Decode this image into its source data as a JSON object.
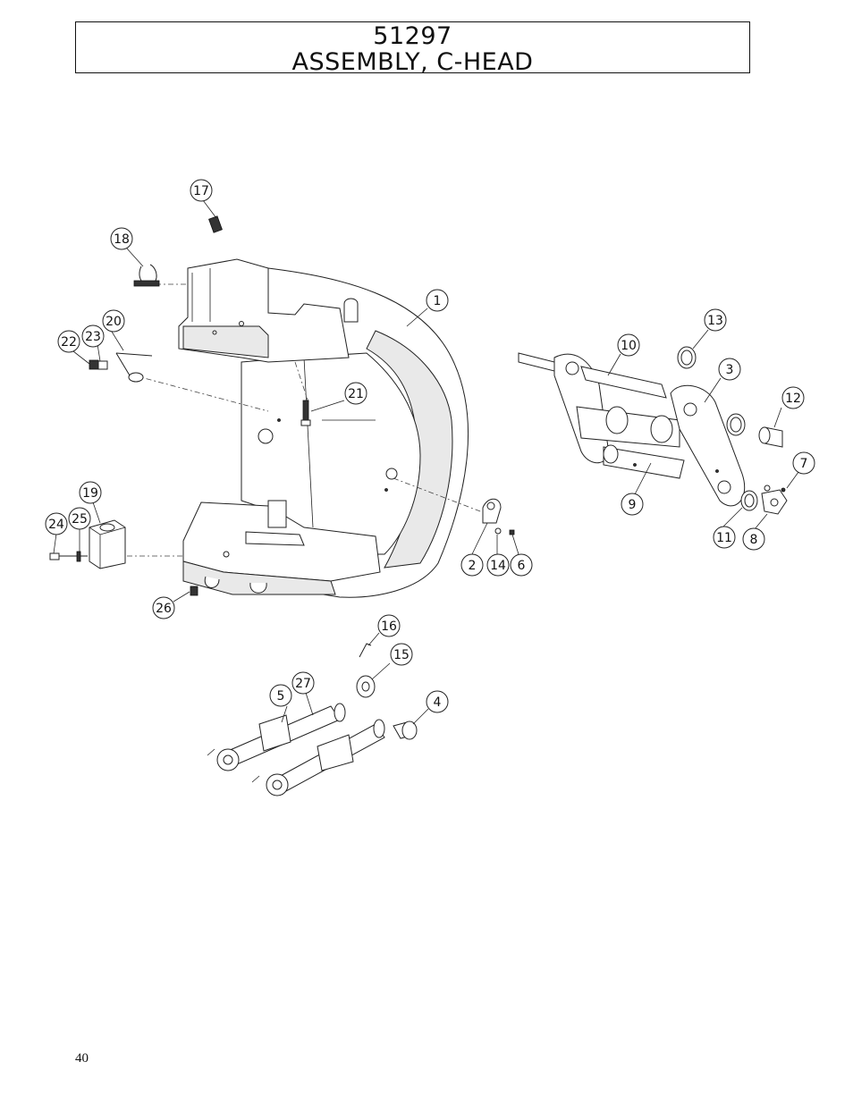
{
  "title": {
    "part_number": "51297",
    "name": "ASSEMBLY, C-HEAD"
  },
  "page_number": "40",
  "callouts": [
    "1",
    "2",
    "3",
    "4",
    "5",
    "6",
    "7",
    "8",
    "9",
    "10",
    "11",
    "12",
    "13",
    "14",
    "15",
    "16",
    "17",
    "18",
    "19",
    "20",
    "21",
    "22",
    "23",
    "24",
    "25",
    "26",
    "27"
  ]
}
